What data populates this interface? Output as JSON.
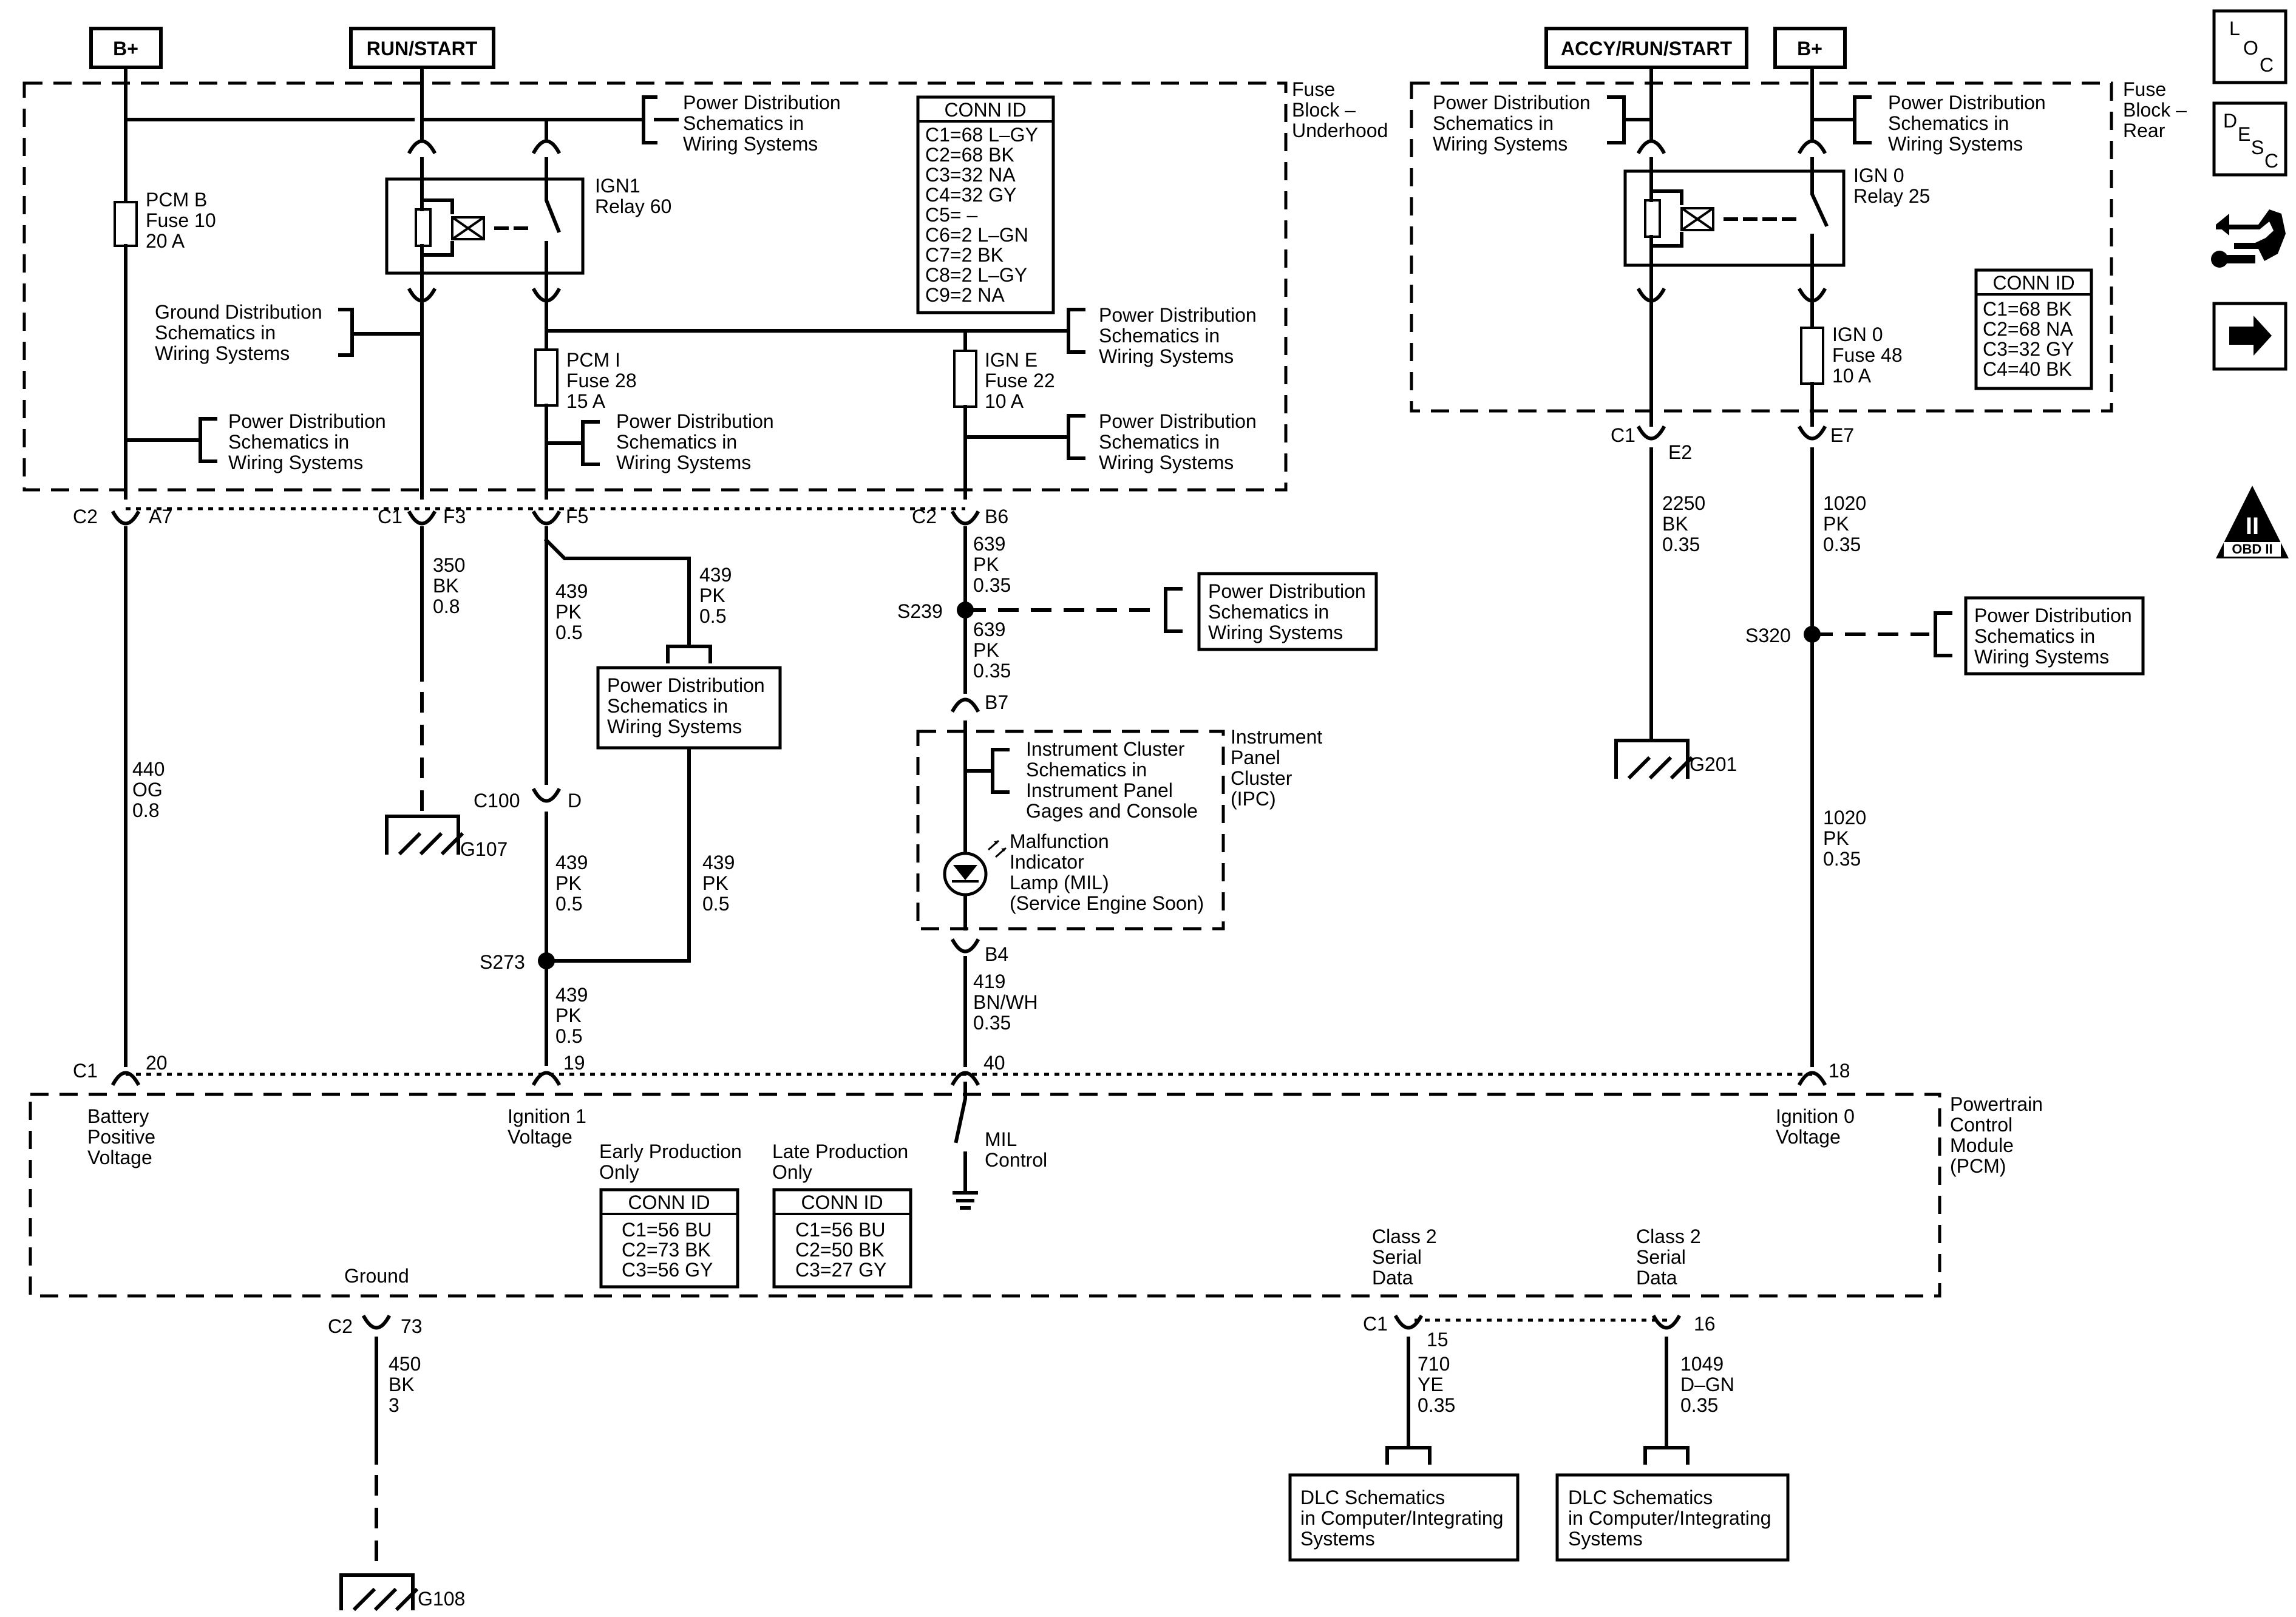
{
  "sources": {
    "bplus_left": "B+",
    "run_start": "RUN/START",
    "accy_run_start": "ACCY/RUN/START",
    "bplus_right": "B+"
  },
  "fuse_block_underhood": [
    "Fuse",
    "Block –",
    "Underhood"
  ],
  "fuse_block_rear": [
    "Fuse",
    "Block –",
    "Rear"
  ],
  "pdist": [
    "Power Distribution",
    "Schematics in",
    "Wiring Systems"
  ],
  "gdist": [
    "Ground Distribution",
    "Schematics in",
    "Wiring Systems"
  ],
  "fuses": {
    "pcm_b": [
      "PCM B",
      "Fuse 10",
      "20 A"
    ],
    "pcm_i": [
      "PCM I",
      "Fuse 28",
      "15 A"
    ],
    "ign_e": [
      "IGN E",
      "Fuse 22",
      "10 A"
    ],
    "ign_0": [
      "IGN 0",
      "Fuse 48",
      "10 A"
    ]
  },
  "relays": {
    "ign1": [
      "IGN1",
      "Relay 60"
    ],
    "ign0": [
      "IGN 0",
      "Relay 25"
    ]
  },
  "conn_ids": {
    "underhood": {
      "title": "CONN ID",
      "rows": [
        "C1=68 L–GY",
        "C2=68 BK",
        "C3=32 NA",
        "C4=32 GY",
        "C5= –",
        "C6=2 L–GN",
        "C7=2 BK",
        "C8=2 L–GY",
        "C9=2 NA"
      ]
    },
    "rear": {
      "title": "CONN ID",
      "rows": [
        "C1=68 BK",
        "C2=68 NA",
        "C3=32 GY",
        "C4=40 BK"
      ]
    },
    "early": {
      "caption": [
        "Early Production",
        "Only"
      ],
      "title": "CONN ID",
      "rows": [
        "C1=56 BU",
        "C2=73 BK",
        "C3=56 GY"
      ]
    },
    "late": {
      "caption": [
        "Late Production",
        "Only"
      ],
      "title": "CONN ID",
      "rows": [
        "C1=56 BU",
        "C2=50 BK",
        "C3=27 GY"
      ]
    }
  },
  "connectors": {
    "c2_a7": [
      "C2",
      "A7"
    ],
    "c1_f3": [
      "C1",
      "F3"
    ],
    "f5": "F5",
    "c2_b6": [
      "C2",
      "B6"
    ],
    "b7": "B7",
    "b4": "B4",
    "c100_d": [
      "C100",
      "D"
    ],
    "c1_e2": [
      "C1",
      "E2"
    ],
    "e7": "E7",
    "c1_20": [
      "C1",
      "20"
    ],
    "p19": "19",
    "p40": "40",
    "p18": "18",
    "c2_73": [
      "C2",
      "73"
    ],
    "c1_15": [
      "C1",
      "15"
    ],
    "p16": "16"
  },
  "wires": {
    "w440": [
      "440",
      "OG",
      "0.8"
    ],
    "w350": [
      "350",
      "BK",
      "0.8"
    ],
    "w439a": [
      "439",
      "PK",
      "0.5"
    ],
    "w439b": [
      "439",
      "PK",
      "0.5"
    ],
    "w439c": [
      "439",
      "PK",
      "0.5"
    ],
    "w439d": [
      "439",
      "PK",
      "0.5"
    ],
    "w439e": [
      "439",
      "PK",
      "0.5"
    ],
    "w639a": [
      "639",
      "PK",
      "0.35"
    ],
    "w639b": [
      "639",
      "PK",
      "0.35"
    ],
    "w419": [
      "419",
      "BN/WH",
      "0.35"
    ],
    "w2250": [
      "2250",
      "BK",
      "0.35"
    ],
    "w1020a": [
      "1020",
      "PK",
      "0.35"
    ],
    "w1020b": [
      "1020",
      "PK",
      "0.35"
    ],
    "w450": [
      "450",
      "BK",
      "3"
    ],
    "w710": [
      "710",
      "YE",
      "0.35"
    ],
    "w1049": [
      "1049",
      "D–GN",
      "0.35"
    ]
  },
  "splices": {
    "s239": "S239",
    "s273": "S273",
    "s320": "S320"
  },
  "grounds": {
    "g107": "G107",
    "g201": "G201",
    "g108": "G108"
  },
  "ipc": {
    "label": [
      "Instrument",
      "Panel",
      "Cluster",
      "(IPC)"
    ],
    "schem": [
      "Instrument  Cluster",
      "Schematics in",
      "Instrument Panel",
      "Gages and Console"
    ],
    "mil": [
      "Malfunction",
      "Indicator",
      "Lamp (MIL)",
      "(Service Engine Soon)"
    ]
  },
  "pcm": {
    "label": [
      "Powertrain",
      "Control",
      "Module",
      "(PCM)"
    ],
    "battery": [
      "Battery",
      "Positive",
      "Voltage"
    ],
    "ign1": [
      "Ignition 1",
      "Voltage"
    ],
    "ign0": [
      "Ignition 0",
      "Voltage"
    ],
    "mil_ctrl": [
      "MIL",
      "Control"
    ],
    "ground": "Ground",
    "class2_a": [
      "Class 2",
      "Serial",
      "Data"
    ],
    "class2_b": [
      "Class 2",
      "Serial",
      "Data"
    ]
  },
  "dlc": [
    "DLC Schematics",
    "in Computer/Integrating",
    "Systems"
  ],
  "sidebar": {
    "loc": [
      "L",
      "O",
      "C"
    ],
    "desc": [
      "D",
      "E",
      "S",
      "C"
    ],
    "obd": [
      "II",
      "OBD II"
    ]
  }
}
